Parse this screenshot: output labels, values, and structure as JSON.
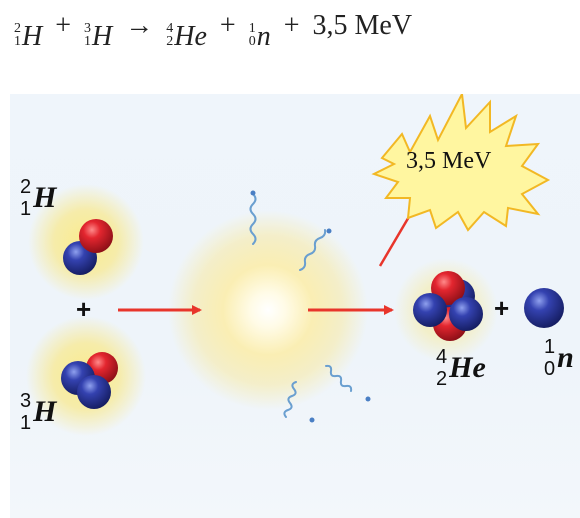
{
  "equation": {
    "reactant1": {
      "mass": "2",
      "charge": "1",
      "symbol": "H"
    },
    "plus1": "+",
    "reactant2": {
      "mass": "3",
      "charge": "1",
      "symbol": "H"
    },
    "arrow": "→",
    "product1": {
      "mass": "4",
      "charge": "2",
      "symbol": "He"
    },
    "plus2": "+",
    "product2": {
      "mass": "1",
      "charge": "0",
      "symbol": "n"
    },
    "plus3": "+",
    "energy": "3,5 MeV"
  },
  "diagram": {
    "energy_burst_label": "3,5 MeV",
    "deuterium": {
      "mass": "2",
      "charge": "1",
      "symbol": "H"
    },
    "tritium": {
      "mass": "3",
      "charge": "1",
      "symbol": "H"
    },
    "helium": {
      "mass": "4",
      "charge": "2",
      "symbol": "He"
    },
    "neutron": {
      "mass": "1",
      "charge": "0",
      "symbol": "n"
    },
    "plus_reactants": "+",
    "plus_products": "+"
  },
  "colors": {
    "proton": "#d41f2a",
    "neutron": "#2c3a9a",
    "arrow": "#e8352b",
    "glow": "#f7e27a",
    "burst_fill": "#fff6a0",
    "burst_stroke": "#f2b824",
    "photon": "#6a9fd0"
  }
}
